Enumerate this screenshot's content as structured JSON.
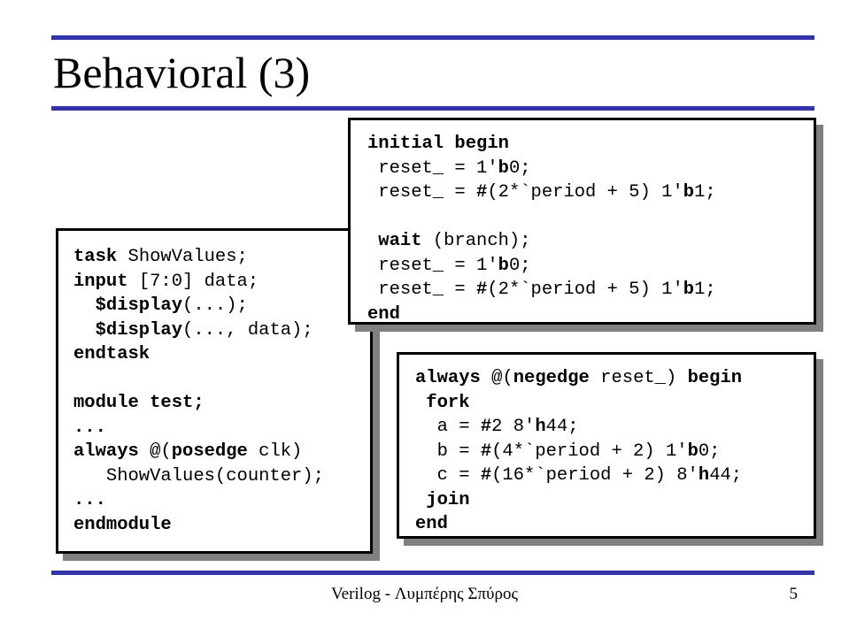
{
  "slide": {
    "title": "Behavioral (3)",
    "accent_color": "#3333aa",
    "border_color": "#000000",
    "shadow_color": "#808080",
    "background_color": "#ffffff"
  },
  "boxes": {
    "task_module": {
      "name": "task-and-module-code",
      "lines": [
        {
          "segments": [
            {
              "t": "task ",
              "bold": true
            },
            {
              "t": "ShowValues;",
              "bold": false
            }
          ]
        },
        {
          "segments": [
            {
              "t": "input ",
              "bold": true
            },
            {
              "t": "[7:0] data;",
              "bold": false
            }
          ]
        },
        {
          "segments": [
            {
              "t": "  $display",
              "bold": true
            },
            {
              "t": "(...);",
              "bold": false
            }
          ]
        },
        {
          "segments": [
            {
              "t": "  $display",
              "bold": true
            },
            {
              "t": "(..., data);",
              "bold": false
            }
          ]
        },
        {
          "segments": [
            {
              "t": "endtask",
              "bold": true
            }
          ]
        },
        {
          "segments": [
            {
              "t": "",
              "bold": false
            }
          ]
        },
        {
          "segments": [
            {
              "t": "module test;",
              "bold": true
            }
          ]
        },
        {
          "segments": [
            {
              "t": "...",
              "bold": true
            }
          ]
        },
        {
          "segments": [
            {
              "t": "always ",
              "bold": true
            },
            {
              "t": "@(",
              "bold": false
            },
            {
              "t": "posedge ",
              "bold": true
            },
            {
              "t": "clk)",
              "bold": false
            }
          ]
        },
        {
          "segments": [
            {
              "t": "   ShowValues(counter);",
              "bold": false
            }
          ]
        },
        {
          "segments": [
            {
              "t": "...",
              "bold": true
            }
          ]
        },
        {
          "segments": [
            {
              "t": "endmodule",
              "bold": true
            }
          ]
        }
      ],
      "plain_text": "task ShowValues;\ninput [7:0] data;\n  $display(...);\n  $display(..., data);\nendtask\n\nmodule test;\n...\nalways @(posedge clk)\n   ShowValues(counter);\n...\nendmodule"
    },
    "initial_block": {
      "name": "initial-begin-code",
      "lines": [
        {
          "segments": [
            {
              "t": "initial begin",
              "bold": true
            }
          ]
        },
        {
          "segments": [
            {
              "t": " reset_ = 1'",
              "bold": false
            },
            {
              "t": "b",
              "bold": true
            },
            {
              "t": "0;",
              "bold": false
            }
          ]
        },
        {
          "segments": [
            {
              "t": " reset_ = ",
              "bold": false
            },
            {
              "t": "#",
              "bold": true
            },
            {
              "t": "(2*`period + 5) 1'",
              "bold": false
            },
            {
              "t": "b",
              "bold": true
            },
            {
              "t": "1;",
              "bold": false
            }
          ]
        },
        {
          "segments": [
            {
              "t": "",
              "bold": false
            }
          ]
        },
        {
          "segments": [
            {
              "t": " wait",
              "bold": true
            },
            {
              "t": " (branch);",
              "bold": false
            }
          ]
        },
        {
          "segments": [
            {
              "t": " reset_ = 1'",
              "bold": false
            },
            {
              "t": "b",
              "bold": true
            },
            {
              "t": "0;",
              "bold": false
            }
          ]
        },
        {
          "segments": [
            {
              "t": " reset_ = ",
              "bold": false
            },
            {
              "t": "#",
              "bold": true
            },
            {
              "t": "(2*`period + 5) 1'",
              "bold": false
            },
            {
              "t": "b",
              "bold": true
            },
            {
              "t": "1;",
              "bold": false
            }
          ]
        },
        {
          "segments": [
            {
              "t": "end",
              "bold": true
            }
          ]
        }
      ],
      "plain_text": "initial begin\n reset_ = 1'b0;\n reset_ = #(2*`period + 5) 1'b1;\n\n wait (branch);\n reset_ = 1'b0;\n reset_ = #(2*`period + 5) 1'b1;\nend"
    },
    "always_block": {
      "name": "always-fork-code",
      "lines": [
        {
          "segments": [
            {
              "t": "always ",
              "bold": true
            },
            {
              "t": "@(",
              "bold": false
            },
            {
              "t": "negedge",
              "bold": true
            },
            {
              "t": " reset_) ",
              "bold": false
            },
            {
              "t": "begin",
              "bold": true
            }
          ]
        },
        {
          "segments": [
            {
              "t": " fork",
              "bold": true
            }
          ]
        },
        {
          "segments": [
            {
              "t": "  a = ",
              "bold": false
            },
            {
              "t": "#",
              "bold": true
            },
            {
              "t": "2 8'",
              "bold": false
            },
            {
              "t": "h",
              "bold": true
            },
            {
              "t": "44;",
              "bold": false
            }
          ]
        },
        {
          "segments": [
            {
              "t": "  b = ",
              "bold": false
            },
            {
              "t": "#",
              "bold": true
            },
            {
              "t": "(4*`period + 2) 1'",
              "bold": false
            },
            {
              "t": "b",
              "bold": true
            },
            {
              "t": "0;",
              "bold": false
            }
          ]
        },
        {
          "segments": [
            {
              "t": "  c = ",
              "bold": false
            },
            {
              "t": "#",
              "bold": true
            },
            {
              "t": "(16*`period + 2) 8'",
              "bold": false
            },
            {
              "t": "h",
              "bold": true
            },
            {
              "t": "44;",
              "bold": false
            }
          ]
        },
        {
          "segments": [
            {
              "t": " join",
              "bold": true
            }
          ]
        },
        {
          "segments": [
            {
              "t": "end",
              "bold": true
            }
          ]
        }
      ],
      "plain_text": "always @(negedge reset_) begin\n fork\n  a = #2 8'h44;\n  b = #(4*`period + 2) 1'b0;\n  c = #(16*`period + 2) 8'h44;\n join\nend"
    }
  },
  "footer": {
    "center_text": "Verilog - Λυμπέρης Σπύρος",
    "page_number": "5"
  }
}
